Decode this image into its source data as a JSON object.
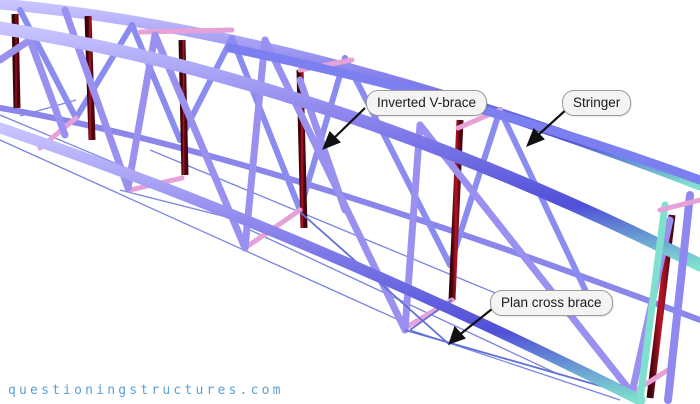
{
  "labels": {
    "v_brace": "Inverted V-brace",
    "stringer": "Stringer",
    "plan_cross_brace": "Plan cross brace"
  },
  "watermark": "questioningstructures.com",
  "colors": {
    "chord_light": "#9a92ee",
    "chord_dark": "#4b4fd6",
    "chord_edge": "#7fe0cf",
    "post_red": "#a01020",
    "post_dark": "#3a0408",
    "brace_thin": "#6a7ee0",
    "accent_pink": "#e89ad0",
    "background": "#ffffff"
  }
}
